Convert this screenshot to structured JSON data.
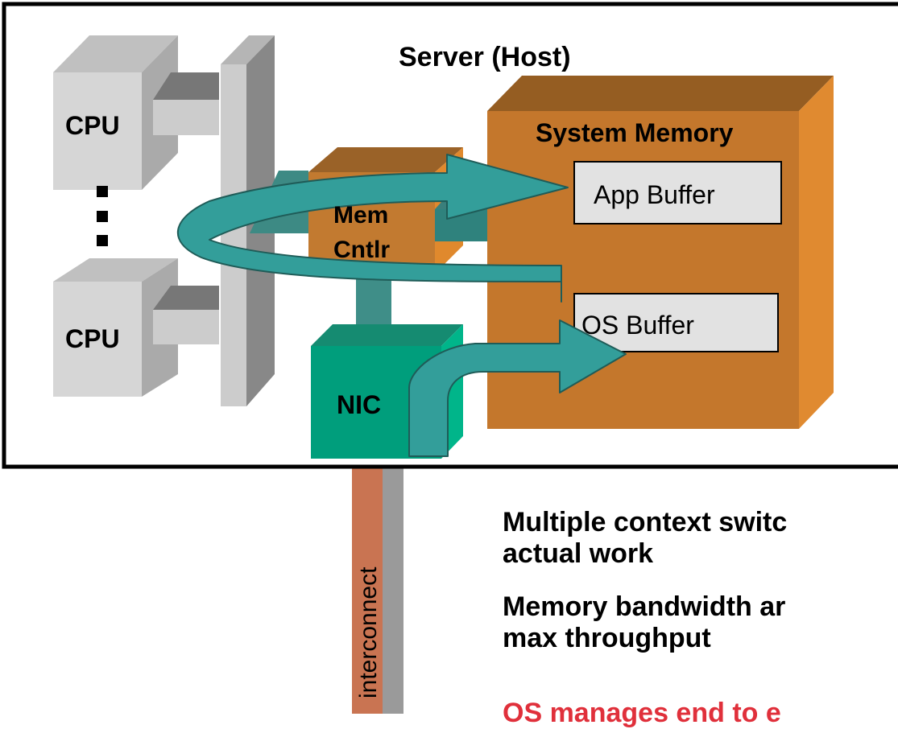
{
  "server": {
    "title": "Server (Host)"
  },
  "cpu": {
    "top_label": "CPU",
    "bottom_label": "CPU"
  },
  "memory_controller": {
    "line1": "Mem",
    "line2": "Cntlr"
  },
  "system_memory": {
    "title": "System Memory",
    "app_buffer": "App Buffer",
    "os_buffer": "OS Buffer"
  },
  "nic": {
    "label": "NIC"
  },
  "interconnect": {
    "label": "interconnect"
  },
  "bullets": [
    {
      "line1": "Multiple context switc",
      "line2": "actual work"
    },
    {
      "line1": "Memory bandwidth ar",
      "line2": "max throughput"
    },
    {
      "line1": "OS manages end to e"
    }
  ],
  "colors": {
    "memory": "#c97a2f",
    "nic": "#009e7c",
    "arrow": "#339e9a",
    "cpu": "#d2d2d2",
    "bus": "#c4c4c4",
    "interconnect": "#c97452",
    "highlight_text": "#e0303b"
  }
}
